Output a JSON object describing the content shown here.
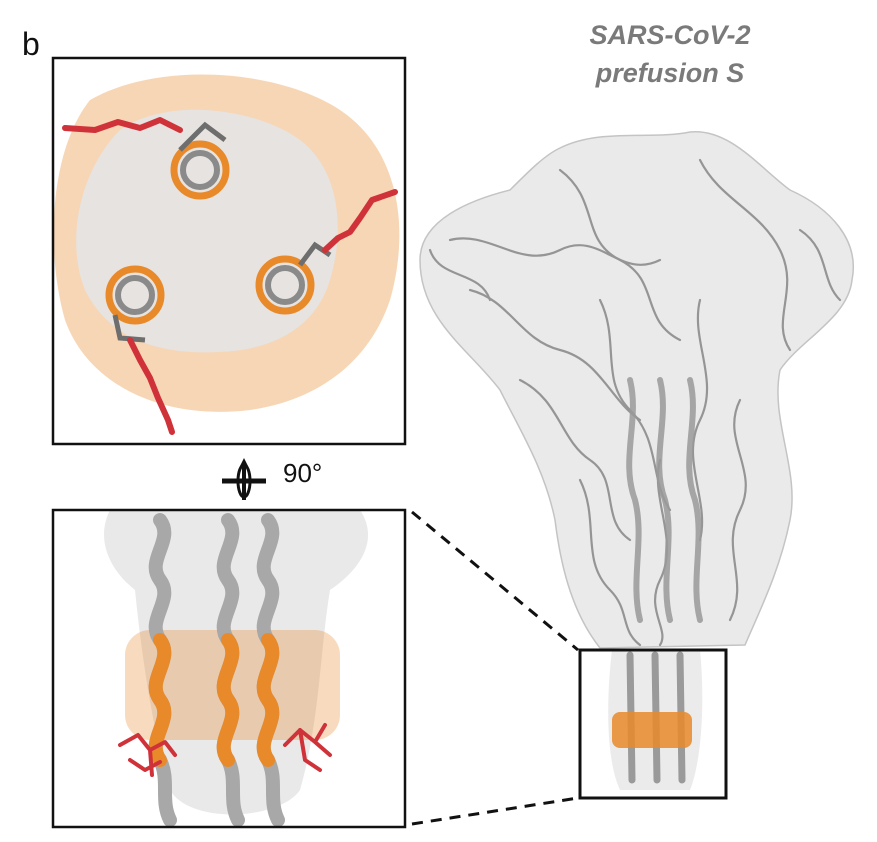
{
  "figure": {
    "panel_letter": "b",
    "title_line1": "SARS-CoV-2",
    "title_line2": "prefusion S",
    "rotation_label": "90°"
  },
  "colors": {
    "helix_gray": "#a8a8a8",
    "helix_dark": "#6e6e6e",
    "orange": "#e8892a",
    "glycan_red": "#d0323a",
    "surface": "#dcdcdc",
    "title_gray": "#7a7a7a"
  },
  "icons": [
    "rotation-arrow-icon"
  ]
}
